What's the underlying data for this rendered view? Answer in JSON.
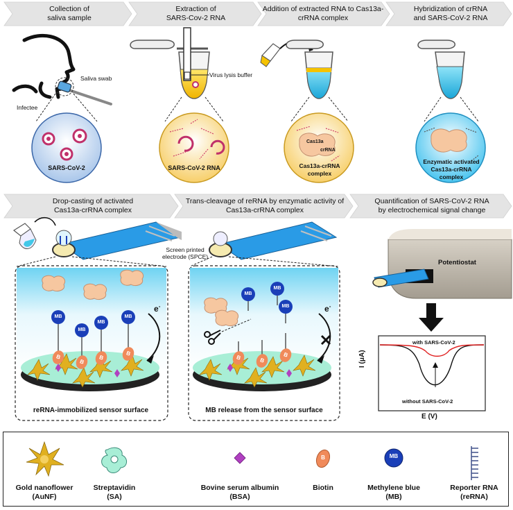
{
  "steps_top": [
    {
      "line1": "Collection of",
      "line2": "saliva sample"
    },
    {
      "line1": "Extraction of",
      "line2": "SARS-Cov-2 RNA"
    },
    {
      "line1": "Addition of extracted RNA to Cas13a-",
      "line2": "crRNA complex"
    },
    {
      "line1": "Hybridization of crRNA",
      "line2": "and SARS-CoV-2 RNA"
    }
  ],
  "steps_bottom": [
    {
      "line1": "Drop-casting of activated",
      "line2": "Cas13a-crRNA complex"
    },
    {
      "line1": "Trans-cleavage of reRNA  by enzymatic activity of",
      "line2": "Cas13a-crRNA complex"
    },
    {
      "line1": "Quantification of SARS-CoV-2  RNA",
      "line2": "by electrochemical signal change"
    }
  ],
  "labels": {
    "saliva_swab": "Saliva swab",
    "infectee": "Infectee",
    "virus_lysis": "Virus lysis buffer",
    "circle1": "SARS-CoV-2",
    "circle2": "SARS-CoV-2 RNA",
    "circle3_cas": "Cas13a",
    "circle3_cr": "crRNA",
    "circle3": "Cas13a-crRNA complex",
    "circle4": "Enzymatic activated Cas13a-crRNA complex",
    "spce_line1": "Screen printed",
    "spce_line2": "electrode (SPCE)",
    "panel1_caption": "reRNA-immobilized sensor surface",
    "panel2_caption": "MB release from the sensor surface",
    "potentiostat": "Potentiostat",
    "mb": "MB",
    "biotin_letter": "B",
    "electron": "e",
    "electron_sup": "-",
    "with_sars": "with SARS-CoV-2",
    "without_sars": "without SARS-CoV-2",
    "y_axis": "I (μA)",
    "x_axis": "E (V)"
  },
  "legend": [
    {
      "line1": "Gold nanoflower",
      "line2": "(AuNF)"
    },
    {
      "line1": "Streptavidin",
      "line2": "(SA)"
    },
    {
      "line1": "Bovine serum albumin",
      "line2": "(BSA)"
    },
    {
      "line1": "Biotin",
      "line2": ""
    },
    {
      "line1": "Methylene blue",
      "line2": "(MB)"
    },
    {
      "line1": "Reporter RNA",
      "line2": "(reRNA)"
    }
  ],
  "colors": {
    "banner": "#e4e4e4",
    "mb_blue": "#1a3fb8",
    "biotin_orange": "#f08a5a",
    "cas_peach": "#f6c7a0",
    "cyan": "#42c8e8",
    "yellow": "#f5c200",
    "spce_blue": "#2a9be6",
    "gold": "#e0b020",
    "streptavidin": "#a8eed6",
    "bsa": "#b040c0",
    "signal_red": "#e02020",
    "virus_pink": "#c0306a"
  }
}
